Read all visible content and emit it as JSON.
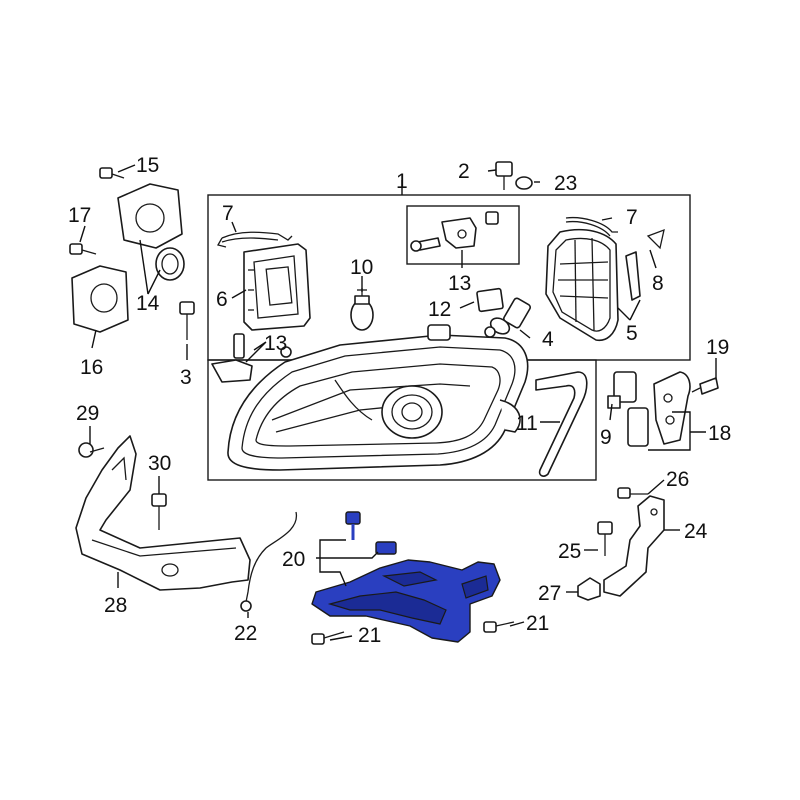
{
  "callouts": [
    {
      "id": "1",
      "label": "1"
    },
    {
      "id": "2",
      "label": "2"
    },
    {
      "id": "3",
      "label": "3"
    },
    {
      "id": "4",
      "label": "4"
    },
    {
      "id": "5",
      "label": "5"
    },
    {
      "id": "6",
      "label": "6"
    },
    {
      "id": "7a",
      "label": "7"
    },
    {
      "id": "7b",
      "label": "7"
    },
    {
      "id": "8",
      "label": "8"
    },
    {
      "id": "9",
      "label": "9"
    },
    {
      "id": "10",
      "label": "10"
    },
    {
      "id": "11",
      "label": "11"
    },
    {
      "id": "12",
      "label": "12"
    },
    {
      "id": "13a",
      "label": "13"
    },
    {
      "id": "13b",
      "label": "13"
    },
    {
      "id": "14",
      "label": "14"
    },
    {
      "id": "15",
      "label": "15"
    },
    {
      "id": "16",
      "label": "16"
    },
    {
      "id": "17",
      "label": "17"
    },
    {
      "id": "18",
      "label": "18"
    },
    {
      "id": "19",
      "label": "19"
    },
    {
      "id": "20",
      "label": "20"
    },
    {
      "id": "21a",
      "label": "21"
    },
    {
      "id": "21b",
      "label": "21"
    },
    {
      "id": "22",
      "label": "22"
    },
    {
      "id": "23",
      "label": "23"
    },
    {
      "id": "24",
      "label": "24"
    },
    {
      "id": "25",
      "label": "25"
    },
    {
      "id": "26",
      "label": "26"
    },
    {
      "id": "27",
      "label": "27"
    },
    {
      "id": "28",
      "label": "28"
    },
    {
      "id": "29",
      "label": "29"
    },
    {
      "id": "30",
      "label": "30"
    }
  ],
  "highlight_color": "#2a3fc0",
  "highlighted_part": "20"
}
